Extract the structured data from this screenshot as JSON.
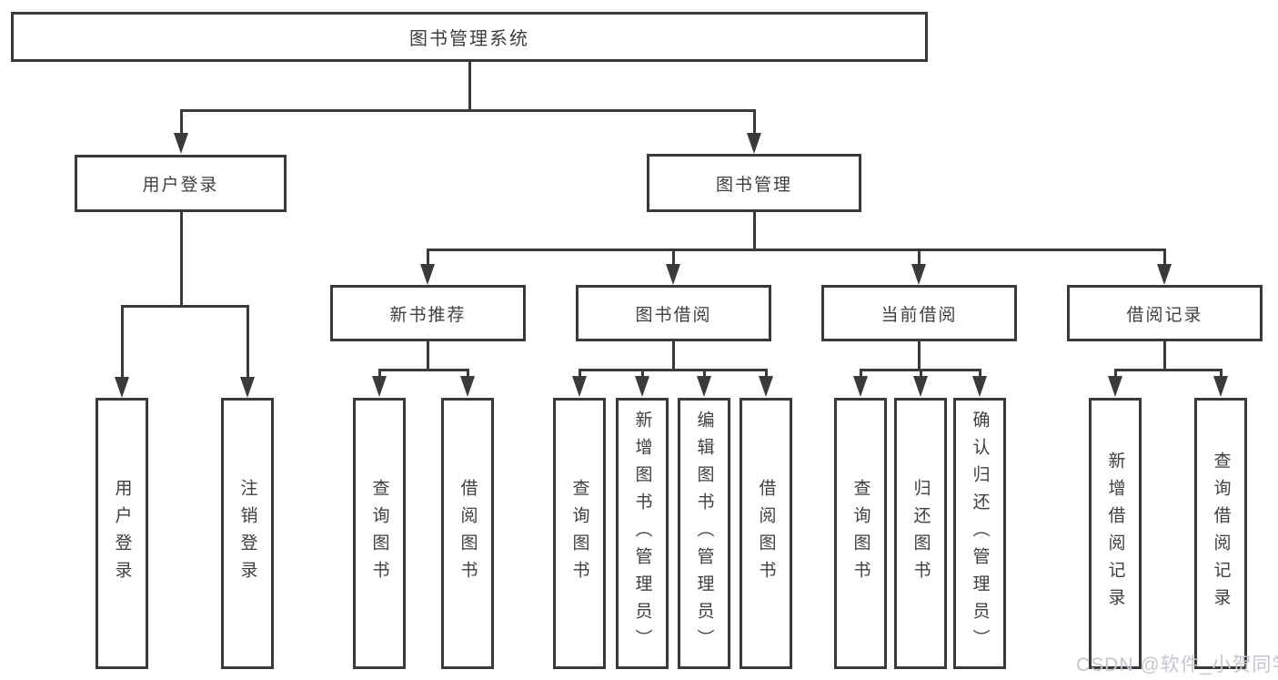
{
  "colors": {
    "background": "#ffffff",
    "line": "#3a3a3a",
    "box_border": "#3a3a3a",
    "box_fill": "#ffffff",
    "text": "#3f3f3f",
    "watermark": "#c3c7cd"
  },
  "watermark": {
    "text": "CSDN @软件_小贺同学"
  },
  "tree": {
    "root": {
      "label": "图书管理系统"
    },
    "branches": [
      {
        "label": "用户登录",
        "children": [
          {
            "label": "用户登录"
          },
          {
            "label": "注销登录"
          }
        ]
      },
      {
        "label": "图书管理",
        "children": [
          {
            "label": "新书推荐",
            "children": [
              {
                "label": "查询图书"
              },
              {
                "label": "借阅图书"
              }
            ]
          },
          {
            "label": "图书借阅",
            "children": [
              {
                "label": "查询图书"
              },
              {
                "label": "新增图书（管理员）"
              },
              {
                "label": "编辑图书（管理员）"
              },
              {
                "label": "借阅图书"
              }
            ]
          },
          {
            "label": "当前借阅",
            "children": [
              {
                "label": "查询图书"
              },
              {
                "label": "归还图书"
              },
              {
                "label": "确认归还（管理员）"
              }
            ]
          },
          {
            "label": "借阅记录",
            "children": [
              {
                "label": "新增借阅记录"
              },
              {
                "label": "查询借阅记录"
              }
            ]
          }
        ]
      }
    ]
  }
}
